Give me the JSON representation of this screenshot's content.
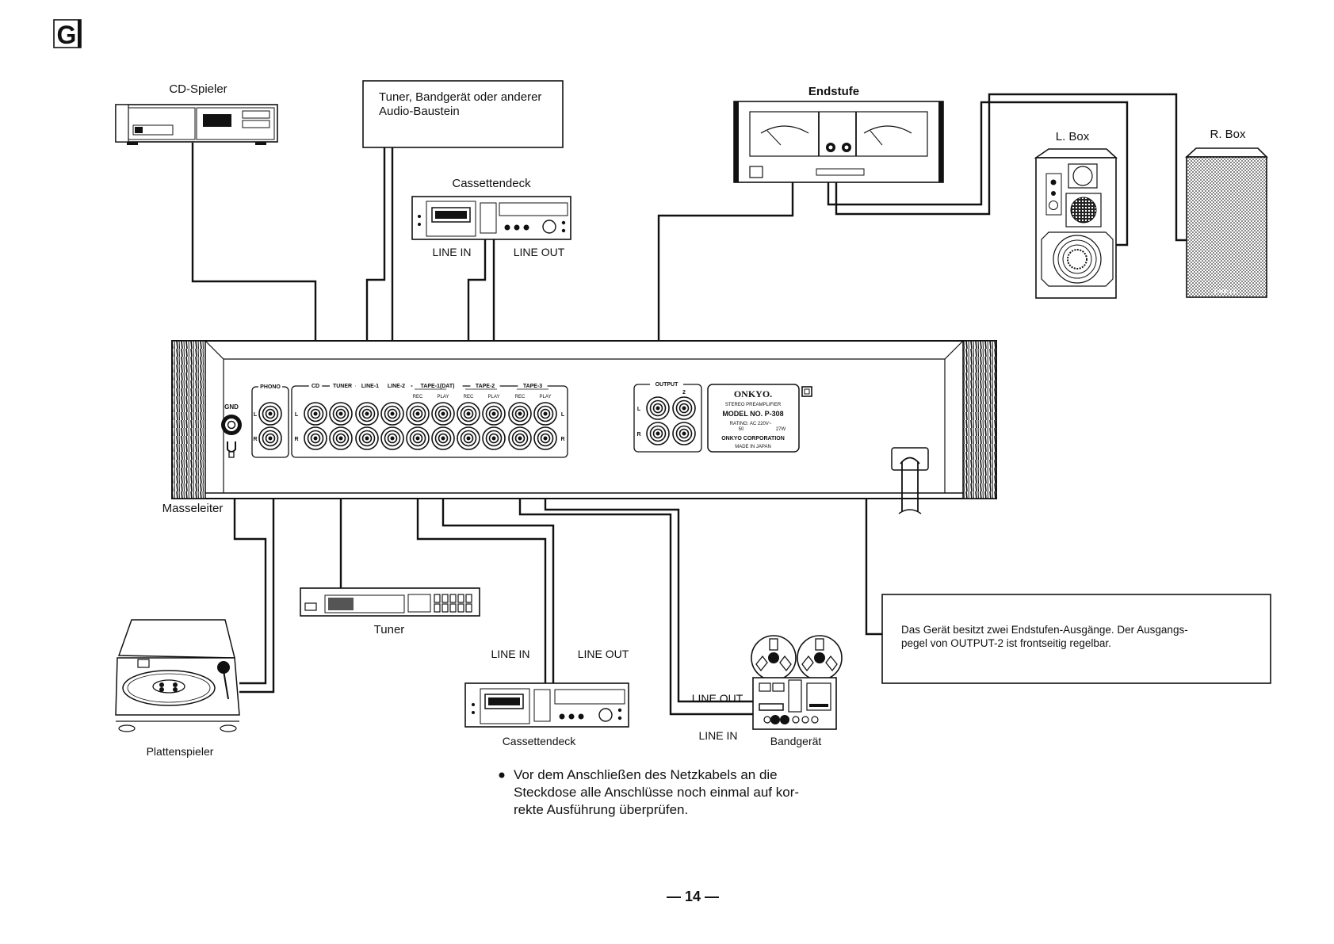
{
  "section_marker": "G",
  "page_number": "— 14 —",
  "devices": {
    "cd_player": "CD-Spieler",
    "aux_box": "Tuner, Bandgerät oder anderer|Audio-Baustein",
    "cassette_top": "Cassettendeck",
    "power_amp": "Endstufe",
    "left_speaker": "L. Box",
    "right_speaker": "R. Box",
    "ground_wire": "Masseleiter",
    "tuner": "Tuner",
    "turntable": "Plattenspieler",
    "cassette_bottom": "Cassettendeck",
    "reel_to_reel": "Bandgerät"
  },
  "connection_labels": {
    "cassette_top_line_in": "LINE IN",
    "cassette_top_line_out": "LINE OUT",
    "cassette_bottom_line_in": "LINE IN",
    "cassette_bottom_line_out": "LINE OUT",
    "reel_line_out": "LINE OUT",
    "reel_line_in": "LINE IN"
  },
  "preamp": {
    "gnd": "GND",
    "phono": "PHONO",
    "input_groups": [
      "CD",
      "TUNER",
      "LINE-1",
      "LINE-2",
      "TAPE-1(DAT)",
      "TAPE-2",
      "TAPE-3"
    ],
    "rec": "REC",
    "play": "PLAY",
    "output": "OUTPUT",
    "output2": "2",
    "ch_l": "L",
    "ch_r": "R",
    "plate": {
      "brand": "ONKYO.",
      "type": "STEREO PREAMPLIFIER",
      "model": "MODEL  NO. P-308",
      "rating": "RATING:   AC 220V~",
      "freq": "50",
      "power": "27W",
      "corp": "ONKYO  CORPORATION",
      "origin": "MADE IN JAPAN"
    },
    "speaker_brand": "ONKYO"
  },
  "note_box": "Das Gerät besitzt zwei Endstufen-Ausgänge. Der Ausgangs-|pegel von OUTPUT-2 ist frontseitig regelbar.",
  "bullet_note": [
    "Vor dem Anschließen des Netzkabels an die",
    "Steckdose alle Anschlüsse noch einmal auf kor-",
    "rekte Ausführung überprüfen."
  ]
}
